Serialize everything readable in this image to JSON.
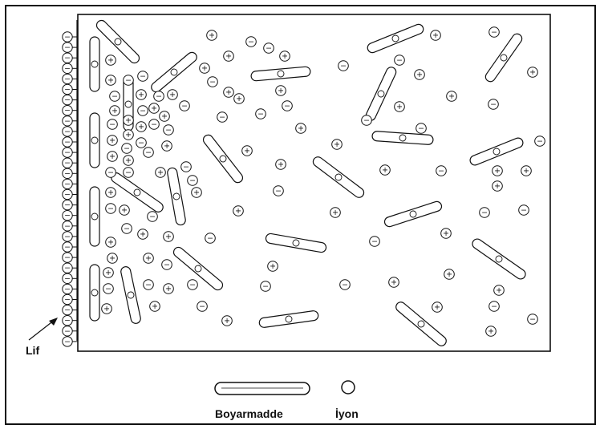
{
  "labels": {
    "fiber": "Lif",
    "dye_legend": "Boyarmadde",
    "ion_legend": "İyon"
  },
  "colors": {
    "ink": "#111111",
    "background": "#ffffff"
  },
  "symbols": {
    "negative_charge": "−",
    "positive_charge": "+"
  }
}
